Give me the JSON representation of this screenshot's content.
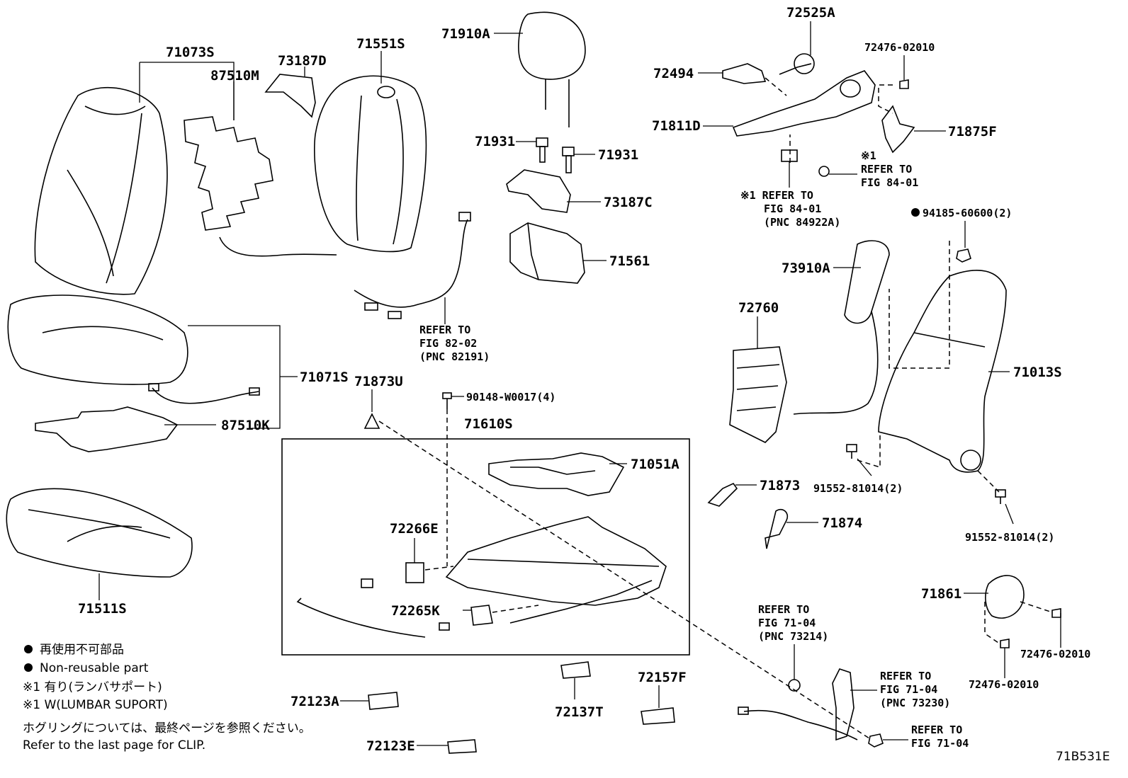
{
  "parts": {
    "p71073S": "71073S",
    "p87510M": "87510M",
    "p73187D": "73187D",
    "p71551S": "71551S",
    "p71910A": "71910A",
    "p72525A": "72525A",
    "p72494": "72494",
    "p72476a": "72476-02010",
    "p71811D": "71811D",
    "p71875F": "71875F",
    "p71931a": "71931",
    "p71931b": "71931",
    "p73187C": "73187C",
    "p71561": "71561",
    "p94185": "94185-60600(2)",
    "p73910A": "73910A",
    "p72760": "72760",
    "p71013S": "71013S",
    "p71071S": "71071S",
    "p71873U": "71873U",
    "p90148": "90148-W0017(4)",
    "p71610S": "71610S",
    "p71051A": "71051A",
    "p87510K": "87510K",
    "p72266E": "72266E",
    "p72265K": "72265K",
    "p71511S": "71511S",
    "p71873": "71873",
    "p71874": "71874",
    "p91552a": "91552-81014(2)",
    "p91552b": "91552-81014(2)",
    "p71861": "71861",
    "p72476b": "72476-02010",
    "p72476c": "72476-02010",
    "p72157F": "72157F",
    "p72137T": "72137T",
    "p72123A": "72123A",
    "p72123E": "72123E"
  },
  "refs": {
    "r1": [
      "REFER TO",
      "FIG 82-02",
      "(PNC 82191)"
    ],
    "r2": [
      "※1 REFER TO",
      "FIG 84-01",
      "(PNC 84922A)"
    ],
    "r3": [
      "※1",
      "REFER TO",
      "FIG 84-01"
    ],
    "r4": [
      "REFER TO",
      "FIG 71-04",
      "(PNC 73214)"
    ],
    "r5": [
      "REFER TO",
      "FIG 71-04",
      "(PNC 73230)"
    ],
    "r6": [
      "REFER TO",
      "FIG 71-04"
    ]
  },
  "legend": {
    "nonreusable_jp": "再使用不可部品",
    "nonreusable_en": "Non-reusable part",
    "note1_jp": "※1 有り(ランバサポート)",
    "note1_en": "※1 W(LUMBAR SUPORT)",
    "clip_jp": "ホグリングについては、最終ページを参照ください。",
    "clip_en": "Refer to the last page for CLIP."
  },
  "figure_id": "71B531E"
}
